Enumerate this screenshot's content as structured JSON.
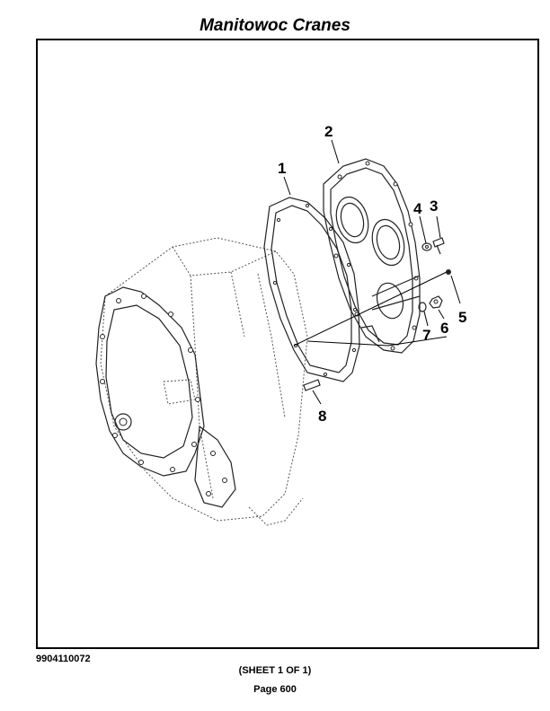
{
  "header": {
    "title": "Manitowoc Cranes"
  },
  "diagram": {
    "callouts": [
      {
        "id": "1",
        "label": "1"
      },
      {
        "id": "2",
        "label": "2"
      },
      {
        "id": "3",
        "label": "3"
      },
      {
        "id": "4",
        "label": "4"
      },
      {
        "id": "5",
        "label": "5"
      },
      {
        "id": "6",
        "label": "6"
      },
      {
        "id": "7",
        "label": "7"
      },
      {
        "id": "8",
        "label": "8"
      }
    ]
  },
  "footer": {
    "part_number": "9904110072",
    "sheet": "(SHEET 1 OF 1)",
    "page": "Page 600"
  }
}
